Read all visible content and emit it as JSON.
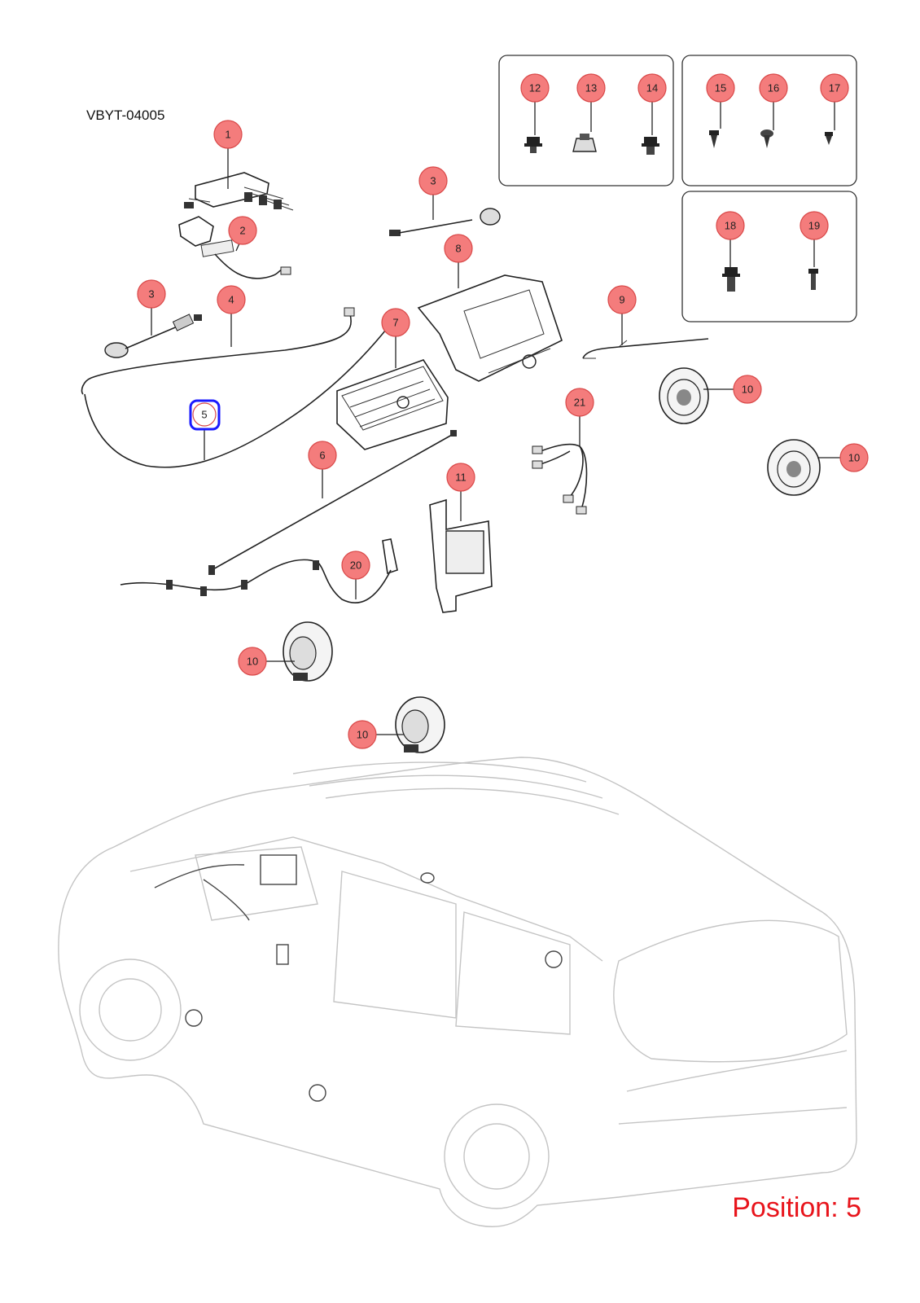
{
  "ref_code": "VBYT-04005",
  "position_text": "Position: 5",
  "selected_callout": "5",
  "colors": {
    "callout_fill": "#f47c7c",
    "callout_stroke": "#d94848",
    "selected_stroke": "#1a1aff",
    "position_text": "#e8141b"
  },
  "callouts": [
    {
      "id": "c1",
      "label": "1"
    },
    {
      "id": "c2",
      "label": "2"
    },
    {
      "id": "c3a",
      "label": "3"
    },
    {
      "id": "c3b",
      "label": "3"
    },
    {
      "id": "c4",
      "label": "4"
    },
    {
      "id": "c5",
      "label": "5"
    },
    {
      "id": "c6",
      "label": "6"
    },
    {
      "id": "c7",
      "label": "7"
    },
    {
      "id": "c8",
      "label": "8"
    },
    {
      "id": "c9",
      "label": "9"
    },
    {
      "id": "c10a",
      "label": "10"
    },
    {
      "id": "c10b",
      "label": "10"
    },
    {
      "id": "c10c",
      "label": "10"
    },
    {
      "id": "c10d",
      "label": "10"
    },
    {
      "id": "c11",
      "label": "11"
    },
    {
      "id": "c12",
      "label": "12"
    },
    {
      "id": "c13",
      "label": "13"
    },
    {
      "id": "c14",
      "label": "14"
    },
    {
      "id": "c15",
      "label": "15"
    },
    {
      "id": "c16",
      "label": "16"
    },
    {
      "id": "c17",
      "label": "17"
    },
    {
      "id": "c18",
      "label": "18"
    },
    {
      "id": "c19",
      "label": "19"
    },
    {
      "id": "c20",
      "label": "20"
    },
    {
      "id": "c21",
      "label": "21"
    }
  ]
}
